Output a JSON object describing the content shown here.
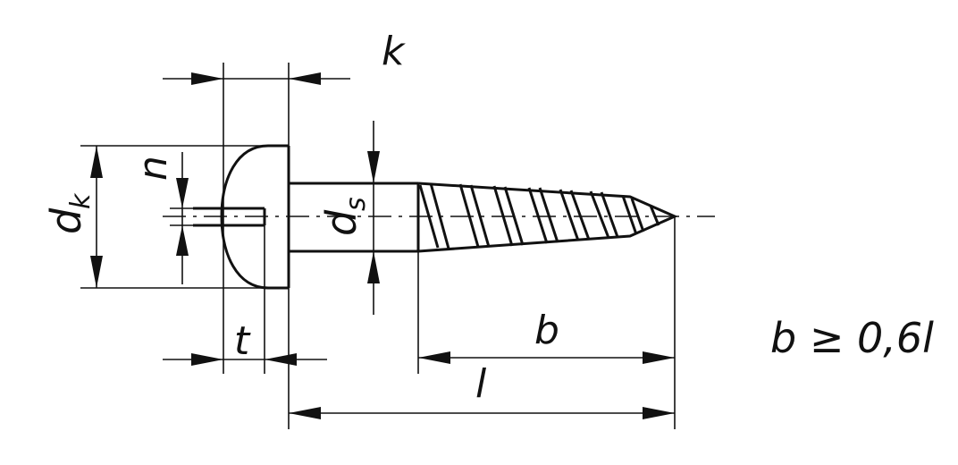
{
  "labels": {
    "k": "k",
    "n": "n",
    "dk": "d",
    "dk_sub": "k",
    "ds": "d",
    "ds_sub": "s",
    "t": "t",
    "b": "b",
    "l": "l",
    "formula": "b ≥ 0,6l"
  }
}
